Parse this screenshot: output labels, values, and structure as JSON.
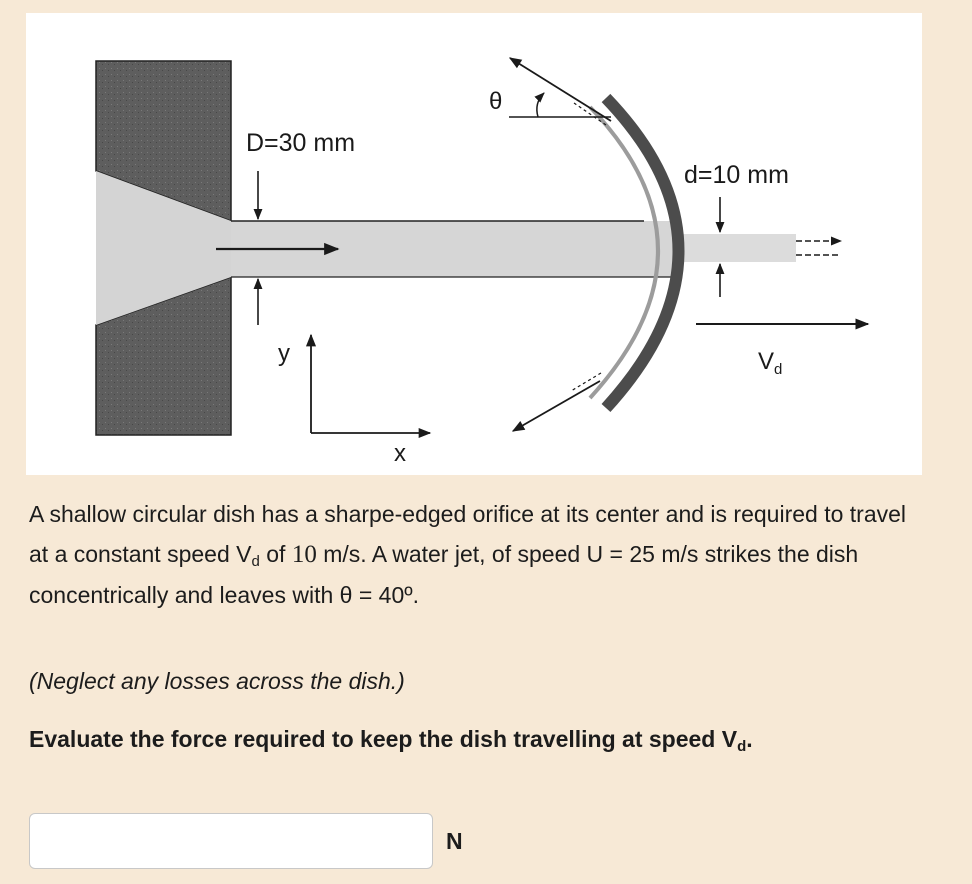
{
  "figure": {
    "label_D": "D=30 mm",
    "label_d": "d=10 mm",
    "label_theta": "θ",
    "label_y": "y",
    "label_x": "x",
    "label_V": "V",
    "label_V_sub": "d"
  },
  "question": {
    "part1": "A shallow circular dish has a sharpe-edged orifice at its center and is required to travel at a constant speed V",
    "sub_d": "d",
    "part2": " of ",
    "speed_value": "10",
    "part3": " m/s. A water jet, of speed U = 25 m/s strikes the dish concentrically and leaves with θ = 40º."
  },
  "note": "(Neglect any losses across the dish.)",
  "task": {
    "text": "Evaluate the force required to keep the dish travelling at speed V",
    "sub": "d",
    "end": "."
  },
  "answer": {
    "value": "",
    "placeholder": "",
    "unit": "N"
  },
  "colors": {
    "background": "#f7e9d6",
    "panel": "#ffffff",
    "nozzle_dark": "#5a5a5a",
    "jet_gray": "#cfcfcf"
  }
}
